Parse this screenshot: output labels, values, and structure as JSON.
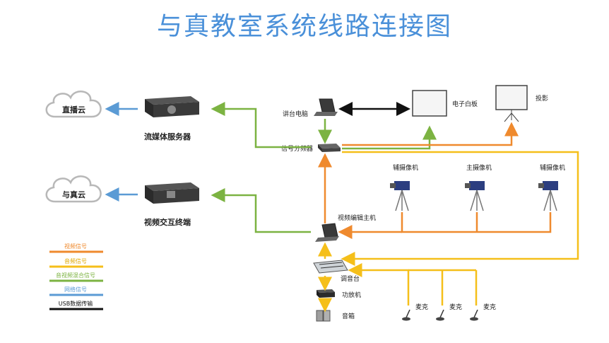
{
  "title": "与真教室系统线路连接图",
  "colors": {
    "video": "#ef8a2e",
    "audio": "#f5bf1a",
    "mixed": "#7cb342",
    "network": "#5b9bd5",
    "usb": "#111111",
    "title": "#4a90d9"
  },
  "nodes": {
    "cloud_live": "直播云",
    "cloud_yuzhen": "与真云",
    "streaming_server": "流媒体服务器",
    "video_terminal": "视频交互终端",
    "podium_pc": "讲台电脑",
    "whiteboard": "电子白板",
    "projector": "投影",
    "signal_splitter": "信号分频器",
    "aux_camera_left": "辅摄像机",
    "main_camera": "主摄像机",
    "aux_camera_right": "辅摄像机",
    "video_editor": "视频编辑主机",
    "mixer": "调音台",
    "amplifier": "功放机",
    "speaker": "音箱",
    "mic_1": "麦克",
    "mic_2": "麦克",
    "mic_3": "麦克"
  },
  "legend": [
    {
      "label": "视频信号",
      "color": "#ef8a2e"
    },
    {
      "label": "音频信号",
      "color": "#f5bf1a"
    },
    {
      "label": "音视频混合信号",
      "color": "#7cb342"
    },
    {
      "label": "网络信号",
      "color": "#5b9bd5"
    },
    {
      "label": "USB数据传输",
      "color": "#111111"
    }
  ]
}
